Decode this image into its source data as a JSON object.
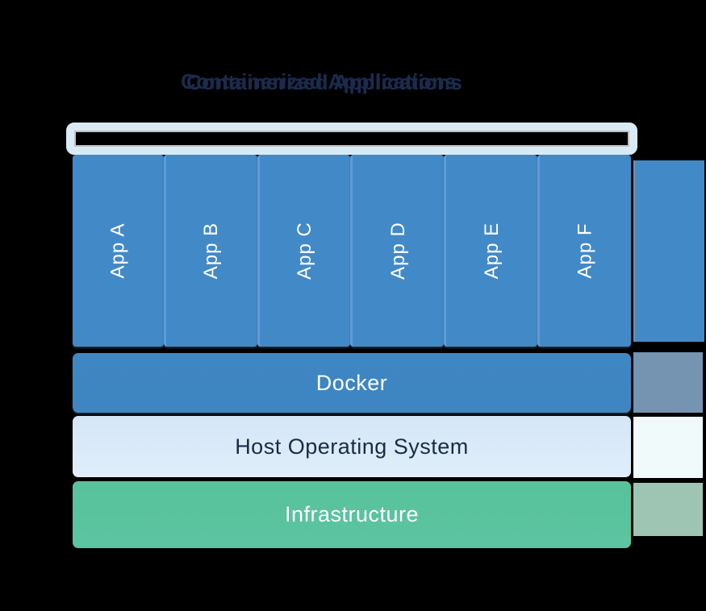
{
  "diagram": {
    "title": "Containerized Applications",
    "apps": [
      {
        "label": "App A"
      },
      {
        "label": "App B"
      },
      {
        "label": "App C"
      },
      {
        "label": "App D"
      },
      {
        "label": "App E"
      },
      {
        "label": "App F"
      }
    ],
    "layers": {
      "docker": {
        "label": "Docker"
      },
      "host_os": {
        "label": "Host Operating System"
      },
      "infrastructure": {
        "label": "Infrastructure"
      }
    }
  },
  "colors": {
    "page-bg": "#000000",
    "title-navy": "#1B2B4D",
    "frame-light-blue": "#D9EAF7",
    "app-blue": "#4289C8",
    "column-divider": "#5F9CD9",
    "docker-blue": "#3F87C4",
    "host-os-light-blue": "#D5E6F7",
    "host-os-text": "#1A2B45",
    "infrastructure-green": "#58C29D",
    "label-white": "#FFFFFF",
    "artifact-steel-blue": "#7594B2",
    "artifact-off-white": "#F1FAFA",
    "artifact-muted-green": "#9EC5B4"
  }
}
